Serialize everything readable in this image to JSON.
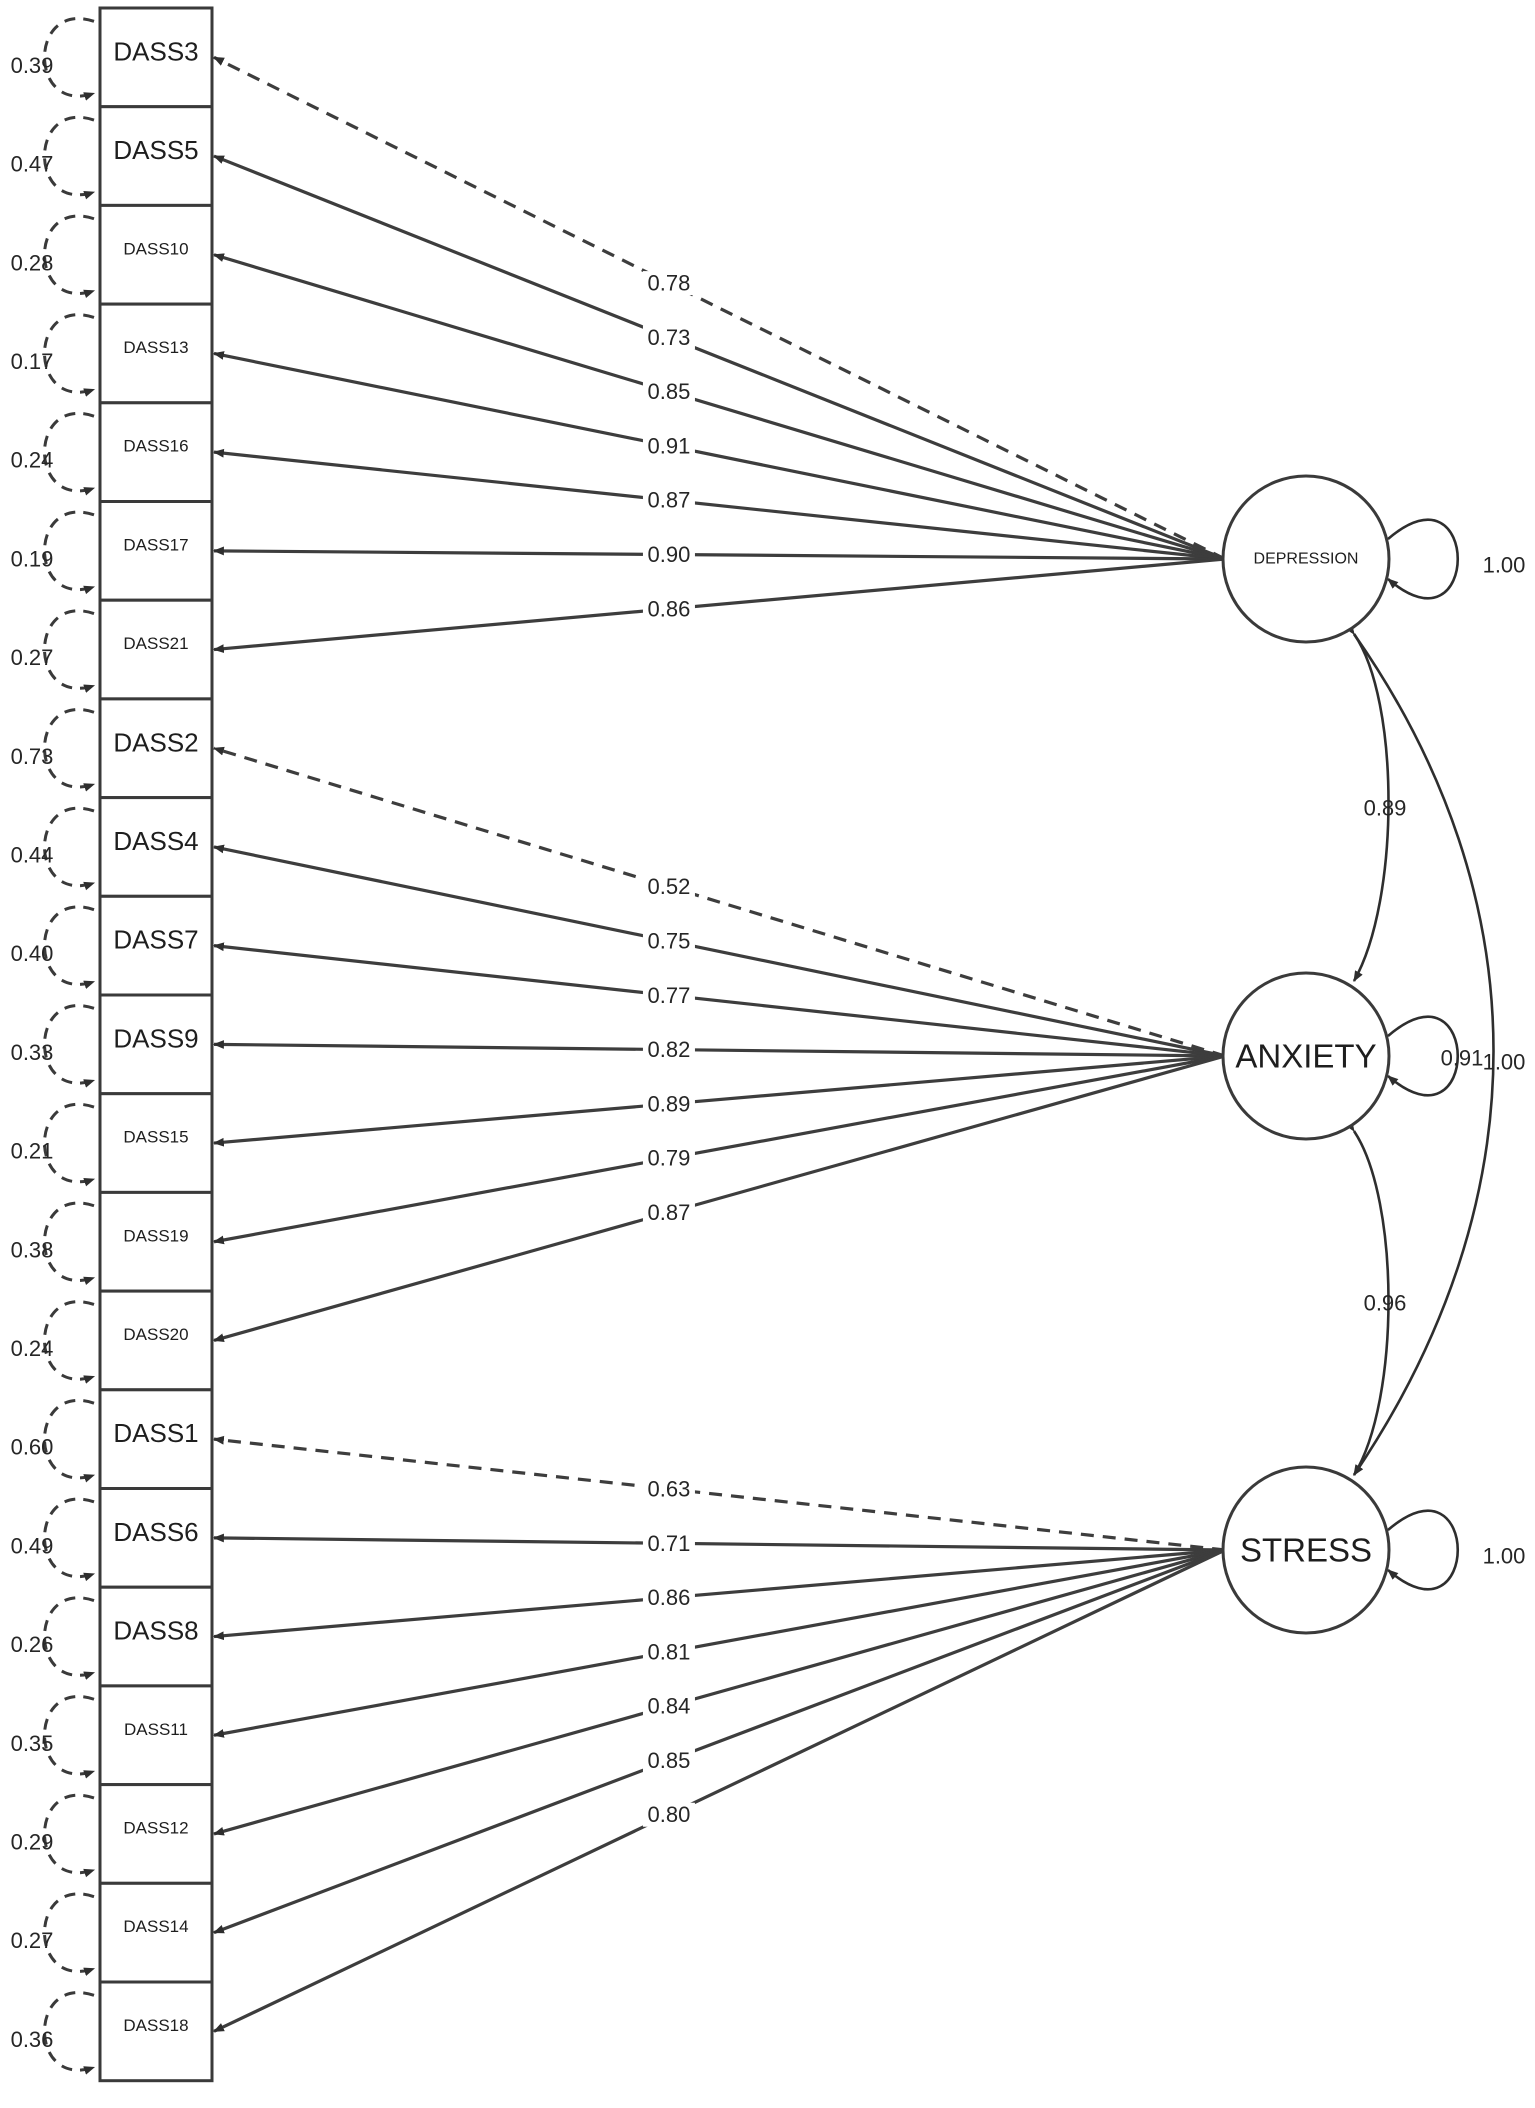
{
  "indicators": [
    {
      "name": "DASS3",
      "residual": "0.39"
    },
    {
      "name": "DASS5",
      "residual": "0.47"
    },
    {
      "name": "DASS10",
      "residual": "0.28"
    },
    {
      "name": "DASS13",
      "residual": "0.17"
    },
    {
      "name": "DASS16",
      "residual": "0.24"
    },
    {
      "name": "DASS17",
      "residual": "0.19"
    },
    {
      "name": "DASS21",
      "residual": "0.27"
    },
    {
      "name": "DASS2",
      "residual": "0.73"
    },
    {
      "name": "DASS4",
      "residual": "0.44"
    },
    {
      "name": "DASS7",
      "residual": "0.40"
    },
    {
      "name": "DASS9",
      "residual": "0.33"
    },
    {
      "name": "DASS15",
      "residual": "0.21"
    },
    {
      "name": "DASS19",
      "residual": "0.38"
    },
    {
      "name": "DASS20",
      "residual": "0.24"
    },
    {
      "name": "DASS1",
      "residual": "0.60"
    },
    {
      "name": "DASS6",
      "residual": "0.49"
    },
    {
      "name": "DASS8",
      "residual": "0.26"
    },
    {
      "name": "DASS11",
      "residual": "0.35"
    },
    {
      "name": "DASS12",
      "residual": "0.29"
    },
    {
      "name": "DASS14",
      "residual": "0.27"
    },
    {
      "name": "DASS18",
      "residual": "0.36"
    }
  ],
  "latents": [
    {
      "name": "DEPRESSION",
      "variance": "1.00"
    },
    {
      "name": "ANXIETY",
      "variance": "1.00"
    },
    {
      "name": "STRESS",
      "variance": "1.00"
    }
  ],
  "loadings": [
    {
      "factor": 0,
      "indicator": 0,
      "value": "0.78",
      "fixed": true
    },
    {
      "factor": 0,
      "indicator": 1,
      "value": "0.73",
      "fixed": false
    },
    {
      "factor": 0,
      "indicator": 2,
      "value": "0.85",
      "fixed": false
    },
    {
      "factor": 0,
      "indicator": 3,
      "value": "0.91",
      "fixed": false
    },
    {
      "factor": 0,
      "indicator": 4,
      "value": "0.87",
      "fixed": false
    },
    {
      "factor": 0,
      "indicator": 5,
      "value": "0.90",
      "fixed": false
    },
    {
      "factor": 0,
      "indicator": 6,
      "value": "0.86",
      "fixed": false
    },
    {
      "factor": 1,
      "indicator": 7,
      "value": "0.52",
      "fixed": true
    },
    {
      "factor": 1,
      "indicator": 8,
      "value": "0.75",
      "fixed": false
    },
    {
      "factor": 1,
      "indicator": 9,
      "value": "0.77",
      "fixed": false
    },
    {
      "factor": 1,
      "indicator": 10,
      "value": "0.82",
      "fixed": false
    },
    {
      "factor": 1,
      "indicator": 11,
      "value": "0.89",
      "fixed": false
    },
    {
      "factor": 1,
      "indicator": 12,
      "value": "0.79",
      "fixed": false
    },
    {
      "factor": 1,
      "indicator": 13,
      "value": "0.87",
      "fixed": false
    },
    {
      "factor": 2,
      "indicator": 14,
      "value": "0.63",
      "fixed": true
    },
    {
      "factor": 2,
      "indicator": 15,
      "value": "0.71",
      "fixed": false
    },
    {
      "factor": 2,
      "indicator": 16,
      "value": "0.86",
      "fixed": false
    },
    {
      "factor": 2,
      "indicator": 17,
      "value": "0.81",
      "fixed": false
    },
    {
      "factor": 2,
      "indicator": 18,
      "value": "0.84",
      "fixed": false
    },
    {
      "factor": 2,
      "indicator": 19,
      "value": "0.85",
      "fixed": false
    },
    {
      "factor": 2,
      "indicator": 20,
      "value": "0.80",
      "fixed": false
    }
  ],
  "covariances": [
    {
      "from": 0,
      "to": 1,
      "value": "0.89"
    },
    {
      "from": 1,
      "to": 2,
      "value": "0.96"
    },
    {
      "from": 0,
      "to": 2,
      "value": "0.91"
    }
  ]
}
